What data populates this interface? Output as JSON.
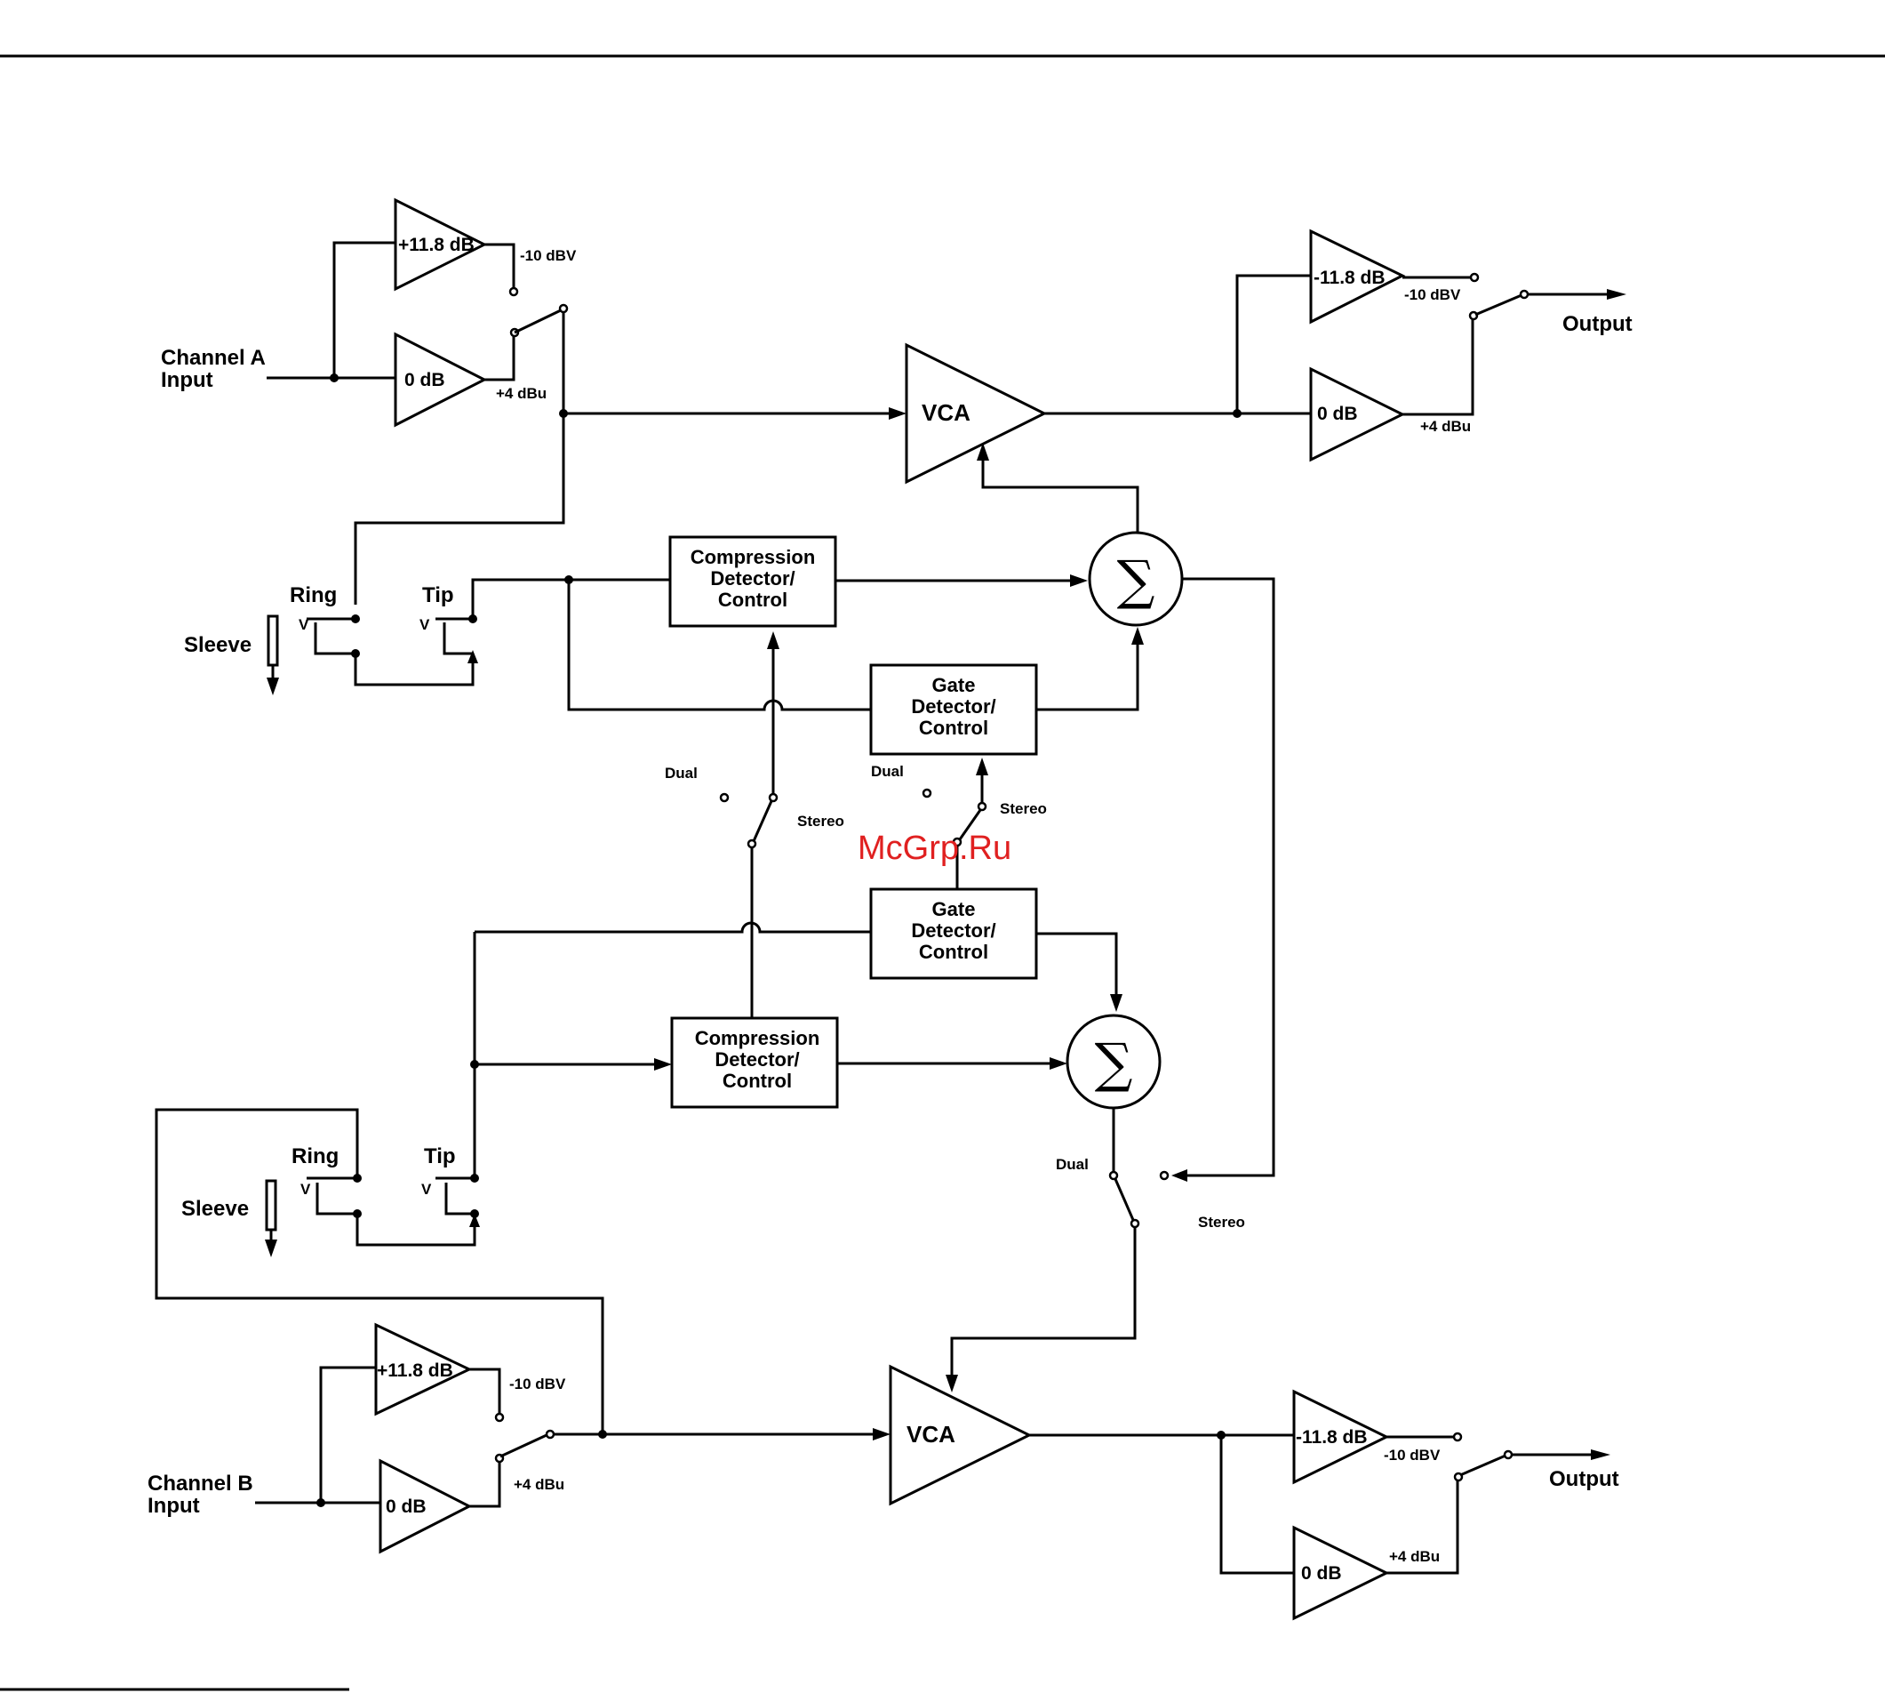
{
  "channel_a": {
    "input_label_1": "Channel A",
    "input_label_2": "Input",
    "amp_top_gain": "+11.8 dB",
    "amp_bottom_gain": "0 dB",
    "level_minus10": "-10 dBV",
    "level_plus4": "+4 dBu",
    "ring_label": "Ring",
    "tip_label": "Tip",
    "sleeve_label": "Sleeve",
    "compression_block": [
      "Compression",
      "Detector/",
      "Control"
    ],
    "gate_block": [
      "Gate",
      "Detector/",
      "Control"
    ],
    "vca_label": "VCA",
    "out_amp_top_gain": "-11.8 dB",
    "out_amp_bottom_gain": "0 dB",
    "out_level_minus10": "-10 dBV",
    "out_level_plus4": "+4 dBu",
    "output_label": "Output",
    "summing_symbol": "∑"
  },
  "channel_b": {
    "input_label_1": "Channel B",
    "input_label_2": "Input",
    "amp_top_gain": "+11.8 dB",
    "amp_bottom_gain": "0 dB",
    "level_minus10": "-10 dBV",
    "level_plus4": "+4 dBu",
    "ring_label": "Ring",
    "tip_label": "Tip",
    "sleeve_label": "Sleeve",
    "compression_block": [
      "Compression",
      "Detector/",
      "Control"
    ],
    "gate_block": [
      "Gate",
      "Detector/",
      "Control"
    ],
    "vca_label": "VCA",
    "out_amp_top_gain": "-11.8 dB",
    "out_amp_bottom_gain": "0 dB",
    "out_level_minus10": "-10 dBV",
    "out_level_plus4": "+4 dBu",
    "output_label": "Output",
    "summing_symbol": "∑"
  },
  "switches": {
    "dual": "Dual",
    "stereo": "Stereo"
  },
  "watermark": "McGrp.Ru",
  "colors": {
    "line": "#000000",
    "background": "#ffffff",
    "watermark": "#e02020"
  }
}
